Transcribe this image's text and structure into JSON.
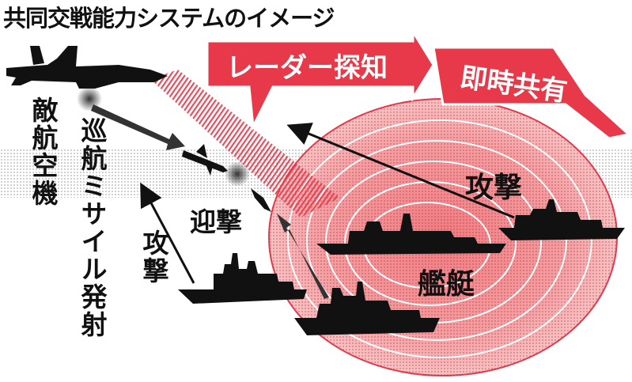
{
  "title": "共同交戦能力システムのイメージ",
  "banners": {
    "radar": "レーダー探知",
    "share": "即時共有"
  },
  "labels": {
    "enemy_aircraft": "敵航空機",
    "cruise_missile_launch": "巡航ミサイル発射",
    "attack_left": "攻撃",
    "intercept": "迎撃",
    "attack_right": "攻撃",
    "warships": "艦艇"
  },
  "colors": {
    "accent_red": "#e8394a",
    "radar_light": "#f6b6b6",
    "radar_mid": "#ee7d82",
    "sky_band": "#d9d9d9",
    "silhouette": "#111111"
  },
  "icons": {
    "aircraft": "bomber-aircraft-icon",
    "missile": "cruise-missile-icon",
    "ships": "warship-icon"
  }
}
